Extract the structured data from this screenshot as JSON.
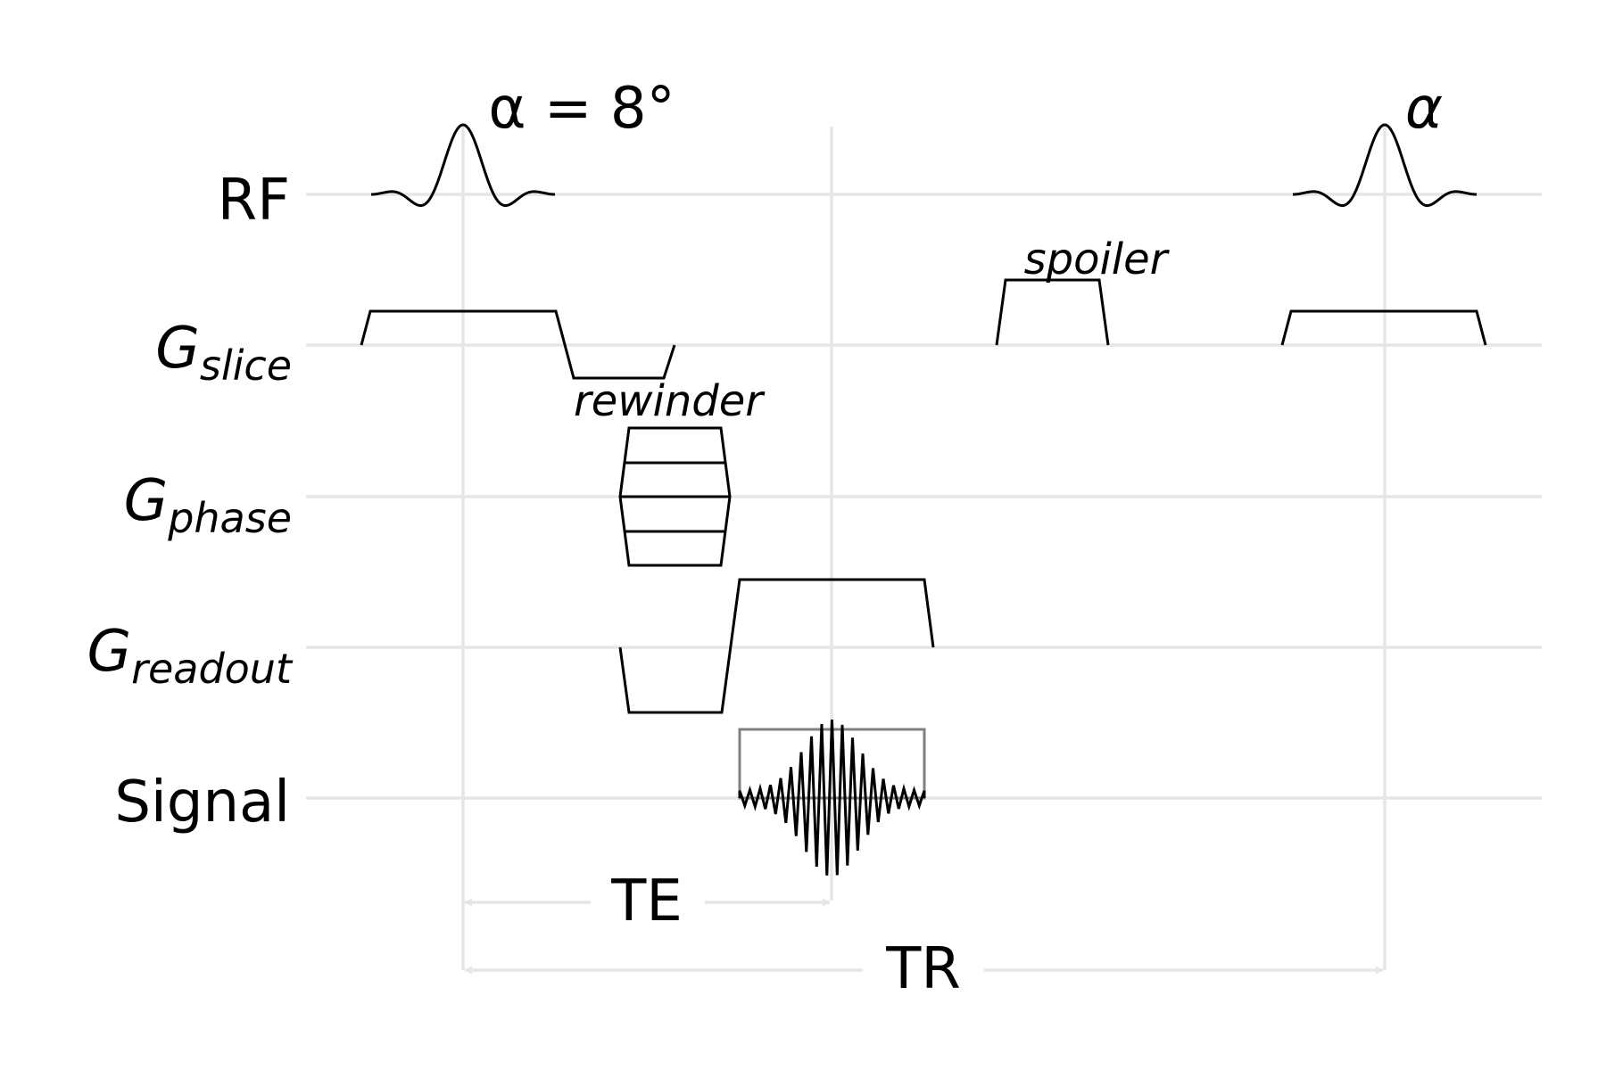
{
  "rows": {
    "rf": "RF",
    "slice": {
      "main": "G",
      "sub": "slice"
    },
    "phase": {
      "main": "G",
      "sub": "phase"
    },
    "readout": {
      "main": "G",
      "sub": "readout"
    },
    "signal": "Signal"
  },
  "annotations": {
    "flip_angle_first": "α = 8°",
    "flip_angle_second": "α",
    "spoiler": "spoiler",
    "rewinder": "rewinder",
    "te": "TE",
    "tr": "TR"
  },
  "colors": {
    "waveform": "#000000",
    "grid": "#e6e6e6",
    "adc_window": "#808080"
  }
}
